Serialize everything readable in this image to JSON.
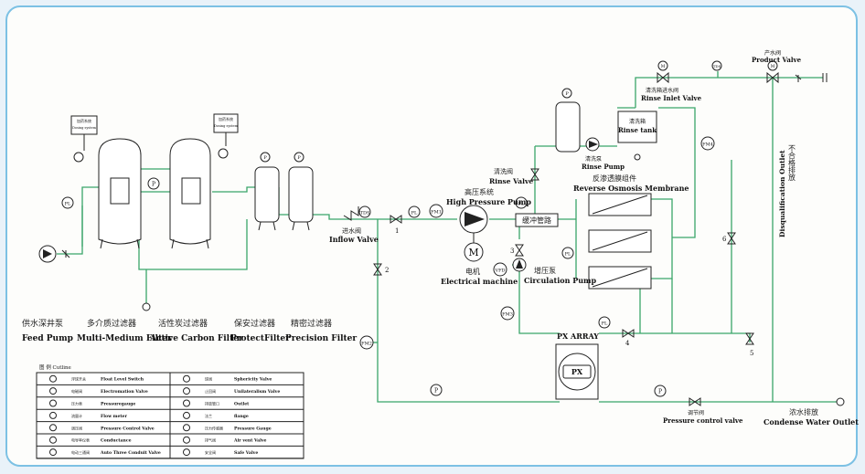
{
  "title": "",
  "equipment": {
    "feed_pump": {
      "cn": "供水深井泵",
      "en": "Feed Pump"
    },
    "multi_medium_filter": {
      "cn": "多介质过滤器",
      "en": "Multi-Medium Filter"
    },
    "active_carbon_filter": {
      "cn": "活性炭过滤器",
      "en": "Active Carbon Filter"
    },
    "protect_filter": {
      "cn": "保安过滤器",
      "en": "ProtectFilter"
    },
    "precision_filter": {
      "cn": "精密过滤器",
      "en": "Precision Filter"
    },
    "dosing_system_1": "加药系统",
    "dosing_system_1_en": "Dosing system",
    "dosing_system_2": "加药系统",
    "dosing_system_2_en": "Dosing system",
    "inflow_valve": {
      "cn": "进水阀",
      "en": "Inflow Valve"
    },
    "high_pressure_pump": {
      "cn": "高压系统",
      "en": "High Pressure Pump"
    },
    "electrical_machine": {
      "cn": "电机",
      "en": "Electrical machine",
      "symbol": "M"
    },
    "buffer_pipe": "缓冲管路",
    "circulation_pump": {
      "cn": "增压泵",
      "en": "Circulation Pump"
    },
    "rinse_valve": {
      "cn": "清洗阀",
      "en": "Rinse Valve"
    },
    "rinse_pump": {
      "cn": "清洗泵",
      "en": "Rinse Pump"
    },
    "rinse_tank": {
      "cn": "清洗箱",
      "en": "Rinse tank"
    },
    "rinse_inlet_valve": {
      "cn": "清洗箱进水阀",
      "en": "Rinse Inlet Valve"
    },
    "ro_membrane": {
      "cn": "反渗透膜组件",
      "en": "Reverse Osmosis Membrane"
    },
    "product_valve": {
      "cn": "产水阀",
      "en": "Product Valve"
    },
    "disqualification_outlet": {
      "cn": "不合格排放",
      "en": "Disqualification Outlet"
    },
    "px_array": {
      "label": "PX ARRAY",
      "inner": "PX"
    },
    "pressure_control_valve": {
      "cn": "调节阀",
      "en": "Pressure control valve"
    },
    "condense_water_outlet": {
      "cn": "浓水排放",
      "en": "Condense Water Outlet"
    }
  },
  "instruments": {
    "p": "P",
    "pl": "PL",
    "fm1": "FM1",
    "fm2": "FM2",
    "fm3": "FM3",
    "fm4": "FM4",
    "tds": "TDS",
    "vfd": "VFD",
    "m": "M"
  },
  "valve_numbers": [
    "1",
    "2",
    "3",
    "4",
    "5",
    "6"
  ],
  "legend": {
    "header": "图 例 Cutline",
    "items": [
      {
        "cn": "浮球开关",
        "en": "Float Level Switch"
      },
      {
        "cn": "电磁阀",
        "en": "Electromation Valve"
      },
      {
        "cn": "压力表",
        "en": "Pressuregauge"
      },
      {
        "cn": "流量计",
        "en": "Flow meter"
      },
      {
        "cn": "调压阀",
        "en": "Pressure Control Valve"
      },
      {
        "cn": "电导率仪表",
        "en": "Conductance"
      },
      {
        "cn": "电动三通阀",
        "en": "Auto Three Conduit Valve"
      },
      {
        "cn": "球阀",
        "en": "Sphericity Valve"
      },
      {
        "cn": "止回阀",
        "en": "Unilateralism Valve"
      },
      {
        "cn": "排放管口",
        "en": "Outlet"
      },
      {
        "cn": "法兰",
        "en": "flange"
      },
      {
        "cn": "压力传感器",
        "en": "Pressure Gauge"
      },
      {
        "cn": "排气阀",
        "en": "Air vent Valve"
      },
      {
        "cn": "安全阀",
        "en": "Safe Valve"
      }
    ]
  },
  "colors": {
    "pipe": "#3aa66a",
    "frame": "#7cc1e4",
    "ink": "#222222"
  }
}
